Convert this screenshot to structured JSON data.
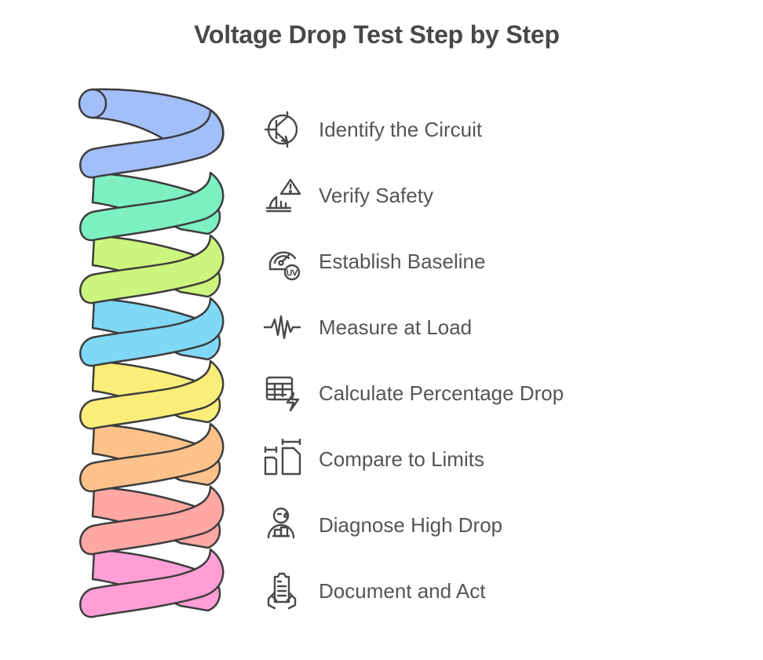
{
  "title": "Voltage Drop Test Step by Step",
  "spiral": {
    "stroke": "#3d3d3d",
    "colors": [
      "#a3bffa",
      "#7cf0c0",
      "#ccf57e",
      "#80d8f7",
      "#fbee78",
      "#fdc28a",
      "#fea7a3",
      "#ff9fd6"
    ]
  },
  "steps": [
    {
      "label": "Identify the Circuit",
      "icon": "transistor-icon"
    },
    {
      "label": "Verify Safety",
      "icon": "warning-safety-icon"
    },
    {
      "label": "Establish Baseline",
      "icon": "gauge-uv-icon"
    },
    {
      "label": "Measure at Load",
      "icon": "waveform-icon"
    },
    {
      "label": "Calculate Percentage Drop",
      "icon": "table-lightning-icon"
    },
    {
      "label": "Compare to Limits",
      "icon": "size-compare-icon"
    },
    {
      "label": "Diagnose High Drop",
      "icon": "person-diagnose-icon"
    },
    {
      "label": "Document and Act",
      "icon": "clipboard-hands-icon"
    }
  ]
}
